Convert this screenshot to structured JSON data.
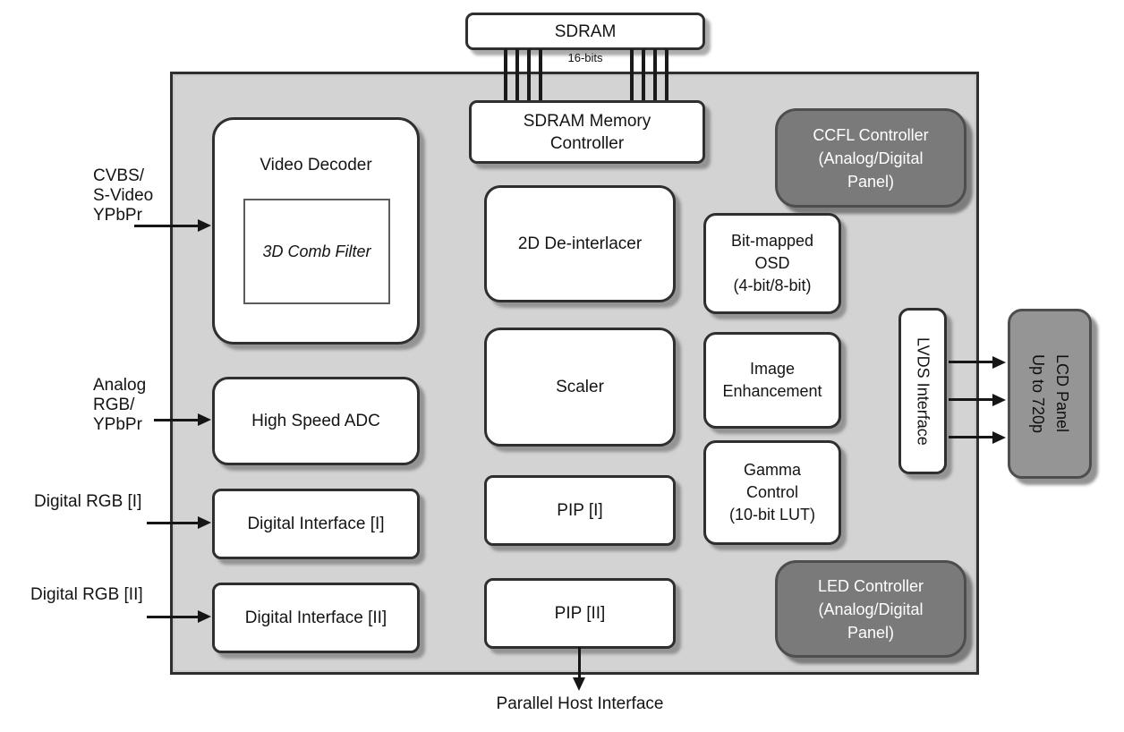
{
  "colors": {
    "chip_background": "#d3d3d3",
    "block_background": "#ffffff",
    "block_border": "#2f2f2f",
    "dark_block_background": "#7a7a7a",
    "dark_block_text": "#ffffff",
    "lcd_panel_background": "#959595",
    "connector": "#161616"
  },
  "sdram": {
    "label": "SDRAM",
    "bus_width": "16-bits"
  },
  "blocks": {
    "sdram_controller": {
      "lines": [
        "SDRAM Memory",
        "Controller"
      ]
    },
    "video_decoder": {
      "label": "Video Decoder",
      "inner": "3D Comb Filter"
    },
    "high_speed_adc": {
      "label": "High Speed ADC"
    },
    "digital_interface_1": {
      "label": "Digital Interface [I]"
    },
    "digital_interface_2": {
      "label": "Digital Interface [II]"
    },
    "deinterlacer": {
      "label": "2D De-interlacer"
    },
    "scaler": {
      "label": "Scaler"
    },
    "pip_1": {
      "label": "PIP [I]"
    },
    "pip_2": {
      "label": "PIP [II]"
    },
    "ccfl_controller": {
      "lines": [
        "CCFL Controller",
        "(Analog/Digital",
        "Panel)"
      ]
    },
    "bitmapped_osd": {
      "lines": [
        "Bit-mapped",
        "OSD",
        "(4-bit/8-bit)"
      ]
    },
    "image_enhancement": {
      "lines": [
        "Image",
        "Enhancement"
      ]
    },
    "gamma_control": {
      "lines": [
        "Gamma",
        "Control",
        "(10-bit LUT)"
      ]
    },
    "led_controller": {
      "lines": [
        "LED Controller",
        "(Analog/Digital",
        "Panel)"
      ]
    },
    "lvds_interface": {
      "label": "LVDS Interface"
    },
    "lcd_panel": {
      "lines": [
        "LCD Panel",
        "Up to 720p"
      ]
    }
  },
  "inputs": {
    "cvbs": {
      "lines": [
        "CVBS/",
        "S-Video",
        "YPbPr"
      ]
    },
    "analog_rgb": {
      "lines": [
        "Analog",
        "RGB/",
        "YPbPr"
      ]
    },
    "digital_rgb_1": {
      "label": "Digital RGB [I]"
    },
    "digital_rgb_2": {
      "label": "Digital RGB [II]"
    }
  },
  "outputs": {
    "host_interface": {
      "label": "Parallel Host Interface"
    }
  }
}
